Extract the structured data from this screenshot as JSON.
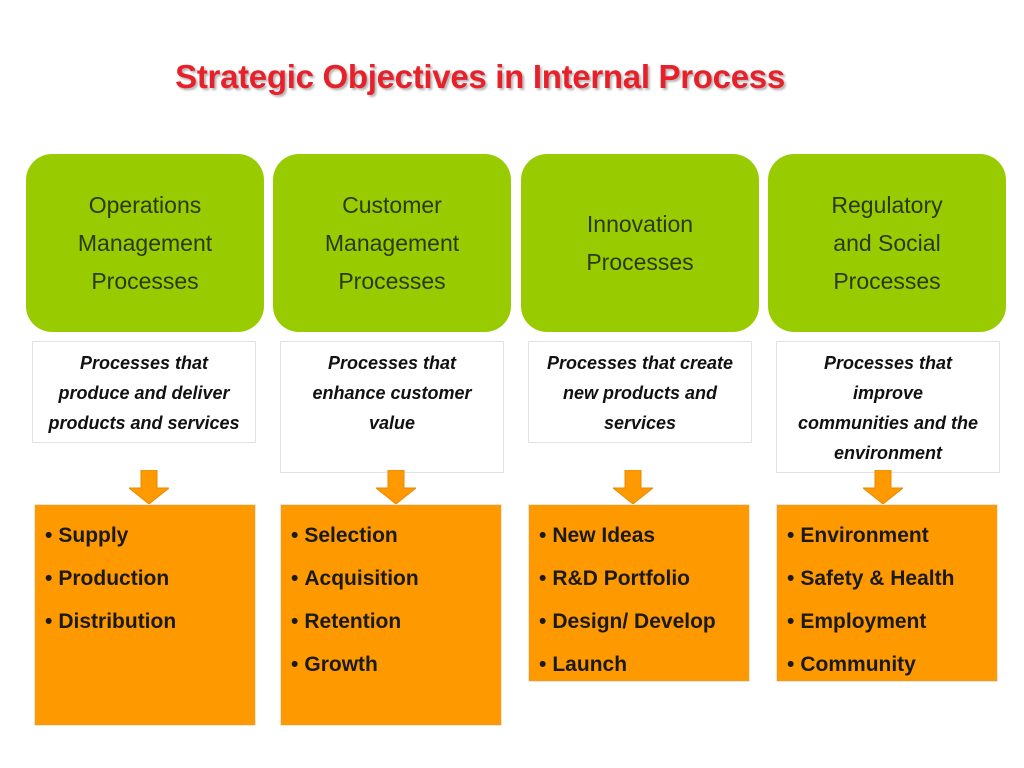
{
  "title": "Strategic Objectives in Internal Process",
  "colors": {
    "title": "#e8202a",
    "header_fill": "#99cc00",
    "list_fill": "#ff9900"
  },
  "columns": [
    {
      "header": "Operations\nManagement\nProcesses",
      "description": "Processes that\nproduce and deliver\nproducts and services",
      "items": [
        "Supply",
        "Production",
        "Distribution"
      ]
    },
    {
      "header": "Customer\nManagement\nProcesses",
      "description": "Processes that\nenhance customer\nvalue",
      "items": [
        "Selection",
        "Acquisition",
        "Retention",
        "Growth"
      ]
    },
    {
      "header": "Innovation\nProcesses",
      "description": "Processes that create\nnew products and\nservices",
      "items": [
        "New Ideas",
        "R&D Portfolio",
        "Design/ Develop",
        "Launch"
      ]
    },
    {
      "header": "Regulatory\nand Social\nProcesses",
      "description": "Processes that\nimprove\ncommunities and the\nenvironment",
      "items": [
        "Environment",
        "Safety & Health",
        "Employment",
        "Community"
      ]
    }
  ]
}
